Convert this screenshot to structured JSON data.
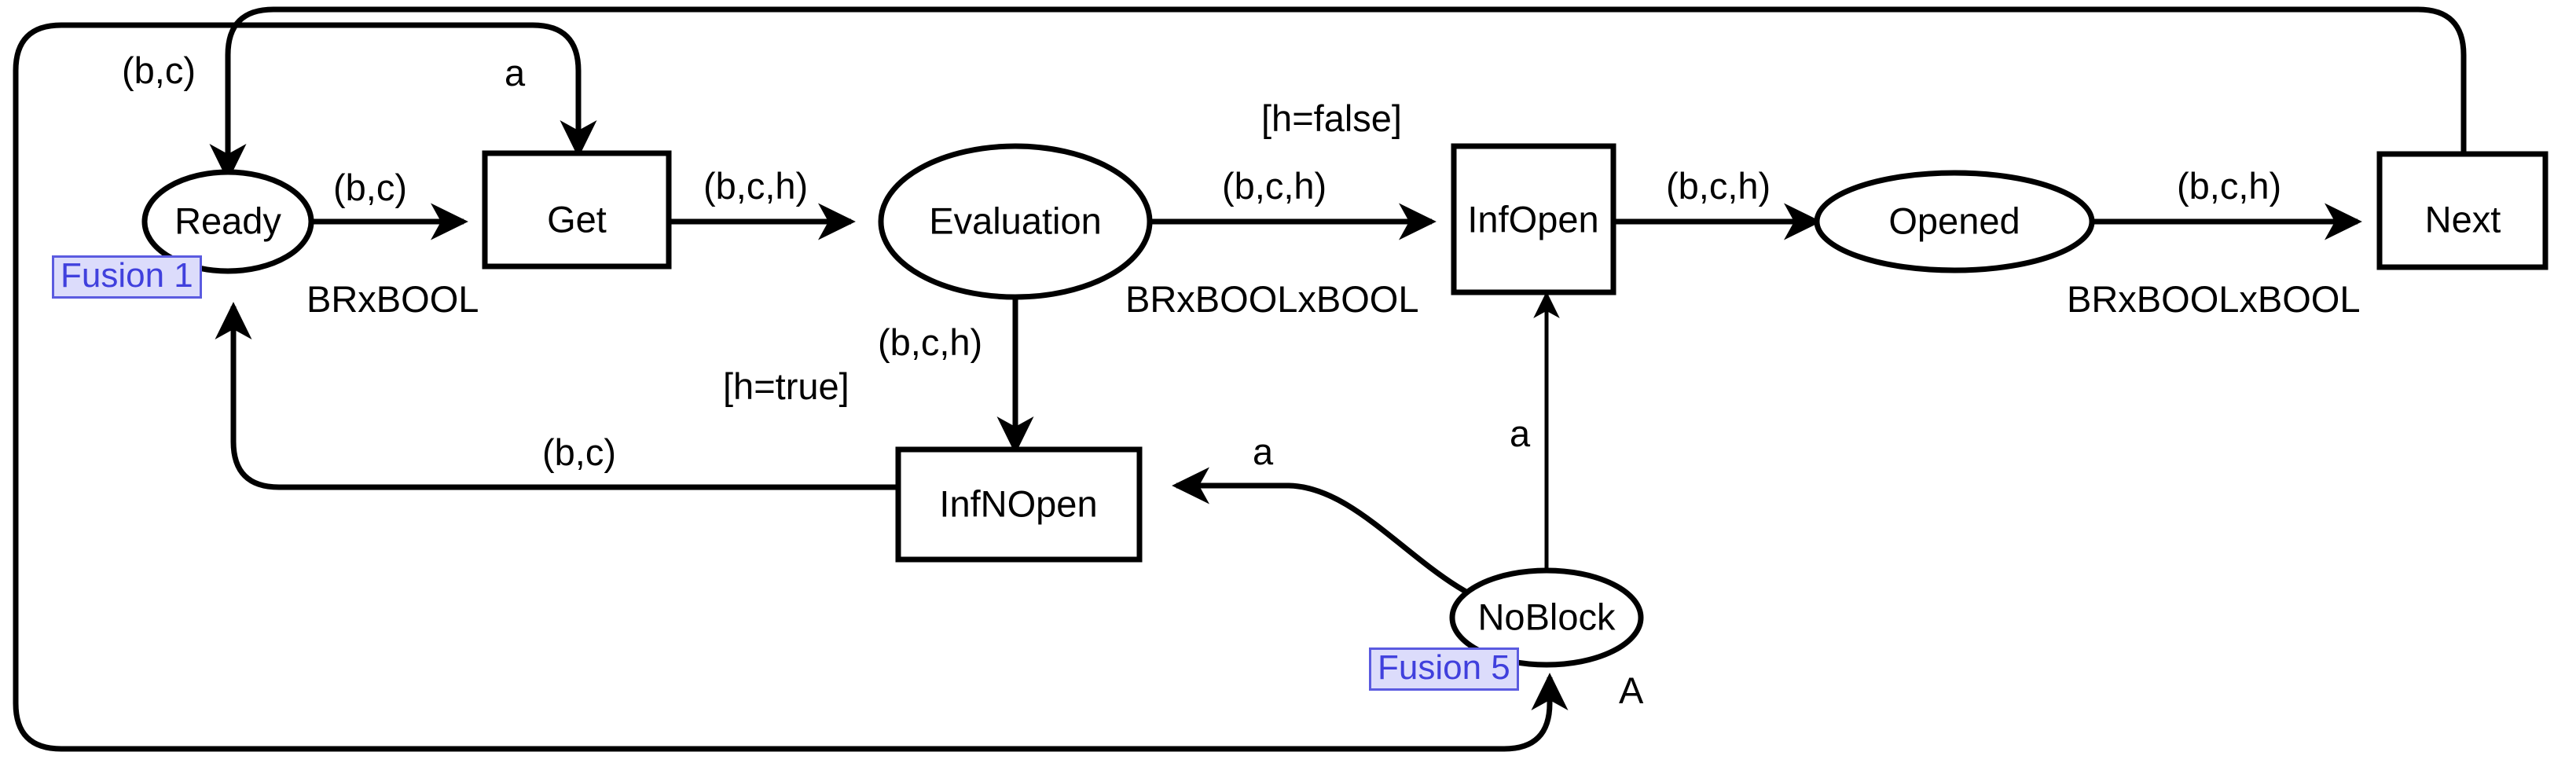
{
  "diagram": {
    "kind": "colored-petri-net",
    "places": [
      {
        "id": "ready",
        "label": "Ready",
        "type": "",
        "fusion": "Fusion 1"
      },
      {
        "id": "evaluation",
        "label": "Evaluation",
        "type": "",
        "fusion": ""
      },
      {
        "id": "opened",
        "label": "Opened",
        "type": "",
        "fusion": ""
      },
      {
        "id": "noblock",
        "label": "NoBlock",
        "type": "A",
        "fusion": "Fusion 5"
      }
    ],
    "transitions": [
      {
        "id": "get",
        "label": "Get"
      },
      {
        "id": "infopen",
        "label": "InfOpen"
      },
      {
        "id": "next",
        "label": "Next"
      },
      {
        "id": "infnopen",
        "label": "InfNOpen"
      }
    ],
    "type_annotations": [
      {
        "id": "type-ready",
        "text": "BRxBOOL"
      },
      {
        "id": "type-evaluation",
        "text": "BRxBOOLxBOOL"
      },
      {
        "id": "type-opened",
        "text": "BRxBOOLxBOOL"
      }
    ],
    "arc_labels": [
      {
        "id": "arc-next-ready",
        "text": "(b,c)"
      },
      {
        "id": "arc-loop-get",
        "text": "a"
      },
      {
        "id": "arc-ready-get",
        "text": "(b,c)"
      },
      {
        "id": "arc-get-evaluation",
        "text": "(b,c,h)"
      },
      {
        "id": "arc-eval-infopen",
        "text": "(b,c,h)"
      },
      {
        "id": "arc-infopen-opened",
        "text": "(b,c,h)"
      },
      {
        "id": "arc-opened-next",
        "text": "(b,c,h)"
      },
      {
        "id": "arc-eval-infnopen",
        "text": "(b,c,h)"
      },
      {
        "id": "arc-infnopen-ready",
        "text": "(b,c)"
      },
      {
        "id": "arc-noblock-infnopen",
        "text": "a"
      },
      {
        "id": "arc-noblock-infopen",
        "text": "a"
      }
    ],
    "guards": [
      {
        "id": "guard-infopen",
        "text": "[h=false]"
      },
      {
        "id": "guard-infnopen",
        "text": "[h=true]"
      }
    ],
    "colors": {
      "stroke": "#000000",
      "fill": "#ffffff",
      "fusion_bg": "#dcdcfb",
      "fusion_border": "#5b5be0",
      "fusion_text": "#4040dd"
    }
  }
}
